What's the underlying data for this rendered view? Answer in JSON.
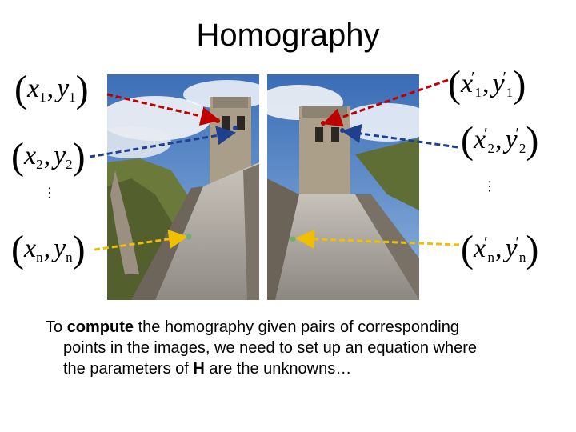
{
  "title": "Homography",
  "left_points": {
    "p1": {
      "var_x": "x",
      "sub_x": "1",
      "var_y": "y",
      "sub_y": "1"
    },
    "p2": {
      "var_x": "x",
      "sub_x": "2",
      "var_y": "y",
      "sub_y": "2"
    },
    "pn": {
      "var_x": "x",
      "sub_x": "n",
      "var_y": "y",
      "sub_y": "n"
    }
  },
  "right_points": {
    "p1": {
      "var_x": "x",
      "sub_x": "1",
      "var_y": "y",
      "sub_y": "1",
      "prime": "′"
    },
    "p2": {
      "var_x": "x",
      "sub_x": "2",
      "var_y": "y",
      "sub_y": "2",
      "prime": "′"
    },
    "pn": {
      "var_x": "x",
      "sub_x": "n",
      "var_y": "y",
      "sub_y": "n",
      "prime": "′"
    }
  },
  "ellipsis": "…",
  "arrow_colors": {
    "point_1": "#c00000",
    "point_2": "#1f3f8f",
    "point_n": "#f0c000"
  },
  "caption": {
    "lead": "To ",
    "bold_1": "compute",
    "mid": " the homography given pairs of corresponding",
    "line_2": "points in the images, we need to set up an equation where",
    "line_3_a": "the parameters of ",
    "bold_2": "H",
    "line_3_b": " are the unknowns…"
  }
}
